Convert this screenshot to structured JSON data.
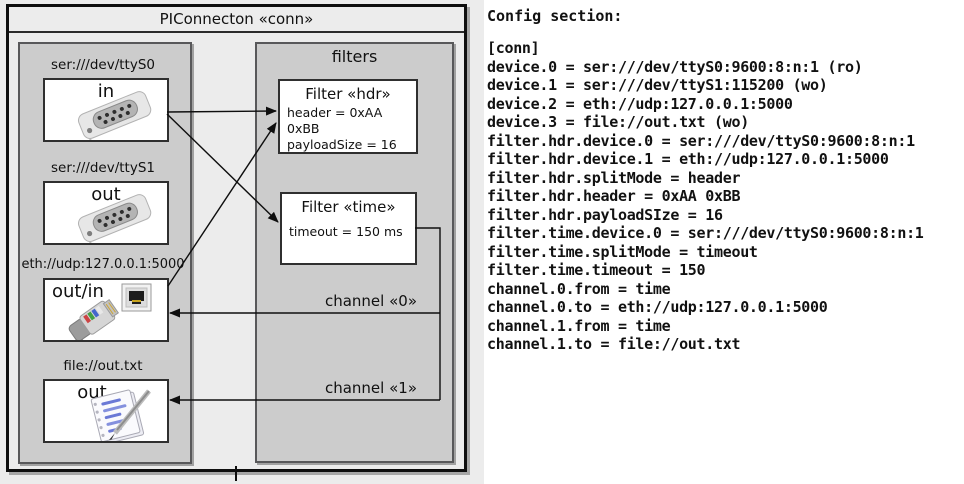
{
  "diagram": {
    "title": "PIConnecton «conn»",
    "colors": {
      "diagram_background": "#ececec",
      "group_fill": "#cccccc",
      "group_border": "#58585a",
      "box_fill": "#ffffff",
      "line_color": "#111111"
    },
    "devices": [
      {
        "uri": "ser:///dev/ttyS0",
        "label": "in",
        "icon": "serial-connector-icon"
      },
      {
        "uri": "ser:///dev/ttyS1",
        "label": "out",
        "icon": "serial-connector-icon"
      },
      {
        "uri": "eth://udp:127.0.0.1:5000",
        "label": "out/in",
        "icon": "ethernet-connector-icon"
      },
      {
        "uri": "file://out.txt",
        "label": "out",
        "icon": "notepad-icon"
      }
    ],
    "filters_group": {
      "title": "filters",
      "filters": [
        {
          "title": "Filter «hdr»",
          "props": [
            "header = 0xAA 0xBB",
            "payloadSize = 16"
          ]
        },
        {
          "title": "Filter «time»",
          "props": [
            "timeout = 150 ms"
          ]
        }
      ]
    },
    "channels": [
      {
        "label": "channel «0»"
      },
      {
        "label": "channel «1»"
      }
    ],
    "connections": [
      "ser:///dev/ttyS0 -> Filter «hdr»",
      "ser:///dev/ttyS0 -> Filter «time»",
      "eth://udp:127.0.0.1:5000 -> Filter «hdr»",
      "Filter «time» -> channel «0» -> eth://udp:127.0.0.1:5000",
      "Filter «time» -> channel «1» -> file://out.txt"
    ]
  },
  "config": {
    "heading": "Config section:",
    "lines": [
      "[conn]",
      "device.0 = ser:///dev/ttyS0:9600:8:n:1 (ro)",
      "device.1 = ser:///dev/ttyS1:115200 (wo)",
      "device.2 = eth://udp:127.0.0.1:5000",
      "device.3 = file://out.txt (wo)",
      "filter.hdr.device.0 = ser:///dev/ttyS0:9600:8:n:1",
      "filter.hdr.device.1 = eth://udp:127.0.0.1:5000",
      "filter.hdr.splitMode = header",
      "filter.hdr.header = 0xAA 0xBB",
      "filter.hdr.payloadSIze = 16",
      "filter.time.device.0 = ser:///dev/ttyS0:9600:8:n:1",
      "filter.time.splitMode = timeout",
      "filter.time.timeout = 150",
      "channel.0.from = time",
      "channel.0.to = eth://udp:127.0.0.1:5000",
      "channel.1.from = time",
      "channel.1.to = file://out.txt"
    ]
  }
}
